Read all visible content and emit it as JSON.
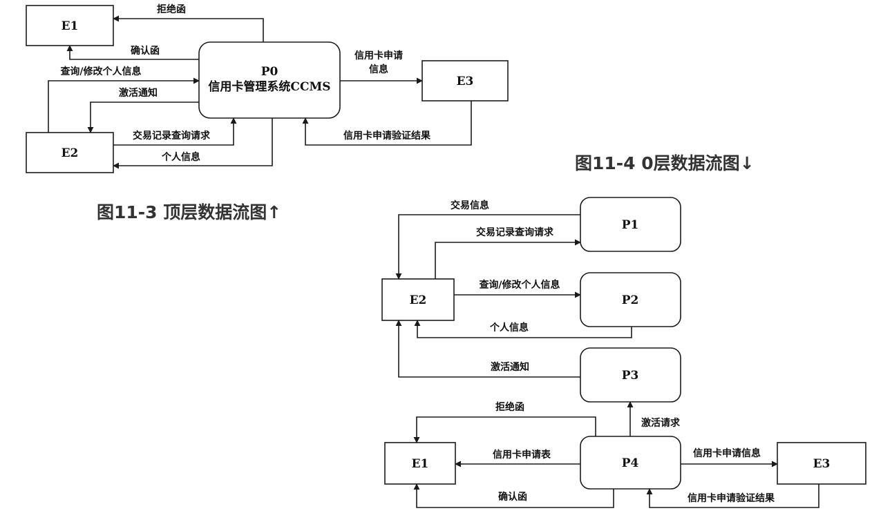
{
  "top_diagram": {
    "caption": "图11-3 顶层数据流图↑",
    "nodes": {
      "e1": "E1",
      "e2": "E2",
      "e3": "E3",
      "p0_line1": "P0",
      "p0_line2": "信用卡管理系统CCMS"
    },
    "flows": {
      "reject_letter": "拒绝函",
      "confirm_letter": "确认函",
      "query_modify_info": "查询/修改个人信息",
      "activation_notice": "激活通知",
      "transaction_query_request": "交易记录查询请求",
      "personal_info": "个人信息",
      "application_info_line1": "信用卡申请",
      "application_info_line2": "信息",
      "verification_result": "信用卡申请验证结果"
    }
  },
  "level0_diagram": {
    "caption": "图11-4  0层数据流图↓",
    "nodes": {
      "p1": "P1",
      "p2": "P2",
      "p3": "P3",
      "p4": "P4",
      "e1": "E1",
      "e2": "E2",
      "e3": "E3"
    },
    "flows": {
      "transaction_info": "交易信息",
      "transaction_query_request": "交易记录查询请求",
      "query_modify_info": "查询/修改个人信息",
      "personal_info": "个人信息",
      "activation_notice": "激活通知",
      "activation_request": "激活请求",
      "reject_letter": "拒绝函",
      "application_form": "信用卡申请表",
      "application_info": "信用卡申请信息",
      "confirm_letter": "确认函",
      "verification_result": "信用卡申请验证结果"
    }
  }
}
